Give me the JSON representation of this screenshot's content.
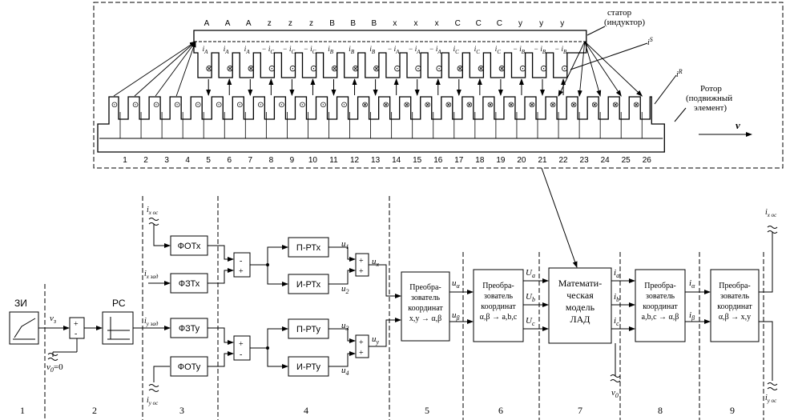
{
  "motor": {
    "stator_label": [
      "статор",
      "(индуктор)"
    ],
    "rotor_label": [
      "Ротор",
      "(подвижный",
      "элемент)"
    ],
    "is_label": "i",
    "is_sup": "S",
    "ir_label": "i",
    "ir_sup": "R",
    "velocity": "v",
    "phase_letters": [
      "A",
      "A",
      "A",
      "z",
      "z",
      "z",
      "B",
      "B",
      "B",
      "x",
      "x",
      "x",
      "C",
      "C",
      "C",
      "y",
      "y",
      "y"
    ],
    "stator_currents": [
      {
        "sign": "",
        "sub": "A"
      },
      {
        "sign": "",
        "sub": "A"
      },
      {
        "sign": "",
        "sub": "A"
      },
      {
        "sign": "−",
        "sub": "C"
      },
      {
        "sign": "−",
        "sub": "C"
      },
      {
        "sign": "−",
        "sub": "C"
      },
      {
        "sign": "",
        "sub": "B"
      },
      {
        "sign": "",
        "sub": "B"
      },
      {
        "sign": "",
        "sub": "B"
      },
      {
        "sign": "−",
        "sub": "A"
      },
      {
        "sign": "−",
        "sub": "A"
      },
      {
        "sign": "−",
        "sub": "A"
      },
      {
        "sign": "",
        "sub": "C"
      },
      {
        "sign": "",
        "sub": "C"
      },
      {
        "sign": "",
        "sub": "C"
      },
      {
        "sign": "−",
        "sub": "B"
      },
      {
        "sign": "−",
        "sub": "B"
      },
      {
        "sign": "−",
        "sub": "B"
      }
    ],
    "stator_marks": [
      "⊗",
      "⊗",
      "⊗",
      "⊙",
      "⊙",
      "⊙",
      "⊗",
      "⊗",
      "⊗",
      "⊙",
      "⊙",
      "⊙",
      "⊗",
      "⊗",
      "⊗",
      "⊙",
      "⊙",
      "⊙"
    ],
    "rotor_marks": [
      "⊙",
      "⊙",
      "⊙",
      "⊙",
      "⊙",
      "⊙",
      "⊙",
      "⊙",
      "⊙",
      "⊙",
      "⊙",
      "⊙",
      "⊗",
      "⊗",
      "⊗",
      "⊗",
      "⊗",
      "⊗",
      "⊗",
      "⊗",
      "⊗",
      "⊗",
      "⊗",
      "⊗",
      "⊗",
      "⊗"
    ],
    "rotor_numbers": [
      "1",
      "2",
      "3",
      "4",
      "5",
      "6",
      "7",
      "8",
      "9",
      "10",
      "11",
      "12",
      "13",
      "14",
      "15",
      "16",
      "17",
      "18",
      "19",
      "20",
      "21",
      "22",
      "23",
      "24",
      "25",
      "26"
    ]
  },
  "blocks": {
    "zi": "ЗИ",
    "rs": "РС",
    "fotx": "ФОТх",
    "fztx": "ФЗТх",
    "fzty": "ФЗТу",
    "foty": "ФОТу",
    "prtx": "П-РТх",
    "irtx": "И-РТх",
    "prty": "П-РТу",
    "irty": "И-РТу",
    "conv5": [
      "Преобра-",
      "зователь",
      "координат",
      "x,y → α,β"
    ],
    "conv6": [
      "Преобра-",
      "зователь",
      "координат",
      "α,β → a,b,c"
    ],
    "model7": [
      "Математи-",
      "ческая",
      "модель",
      "ЛАД"
    ],
    "conv8": [
      "Преобра-",
      "зователь",
      "координат",
      "a,b,c → α,β"
    ],
    "conv9": [
      "Преобра-",
      "зователь",
      "координат",
      "α,β → x,y"
    ]
  },
  "signals": {
    "vz": "v",
    "vz_sub": "з",
    "v0": "v",
    "v0_sub": "0",
    "v0_eq": "=0",
    "ixos_left": "i",
    "ixos_left_sub": "x ос",
    "ixzad": "i",
    "ixzad_sub": "x зад",
    "iyzad": "i",
    "iyzad_sub": "y зад",
    "iyos_left": "i",
    "iyos_left_sub": "y ос",
    "u1": "u",
    "u1_sub": "1",
    "u2": "u",
    "u2_sub": "2",
    "u3": "u",
    "u3_sub": "3",
    "u4": "u",
    "u4_sub": "4",
    "ux": "u",
    "ux_sub": "x",
    "uy": "u",
    "uy_sub": "y",
    "ualpha": "u",
    "ualpha_sub": "α",
    "ubeta": "u",
    "ubeta_sub": "β",
    "Ua": "U",
    "Ua_sub": "a",
    "Ub": "U",
    "Ub_sub": "b",
    "Uc": "U",
    "Uc_sub": "c",
    "ia": "i",
    "ia_sub": "a",
    "ib": "i",
    "ib_sub": "b",
    "ic": "i",
    "ic_sub": "c",
    "v0b": "v",
    "v0b_sub": "0",
    "ialpha": "i",
    "ialpha_sub": "α",
    "ibeta": "i",
    "ibeta_sub": "β",
    "ixos_right": "i",
    "ixos_right_sub": "x ос",
    "iyos_right": "i",
    "iyos_right_sub": "y ос"
  },
  "signs": {
    "plus": "+",
    "minus": "-"
  },
  "section_numbers": [
    "1",
    "2",
    "3",
    "4",
    "5",
    "6",
    "7",
    "8",
    "9"
  ]
}
